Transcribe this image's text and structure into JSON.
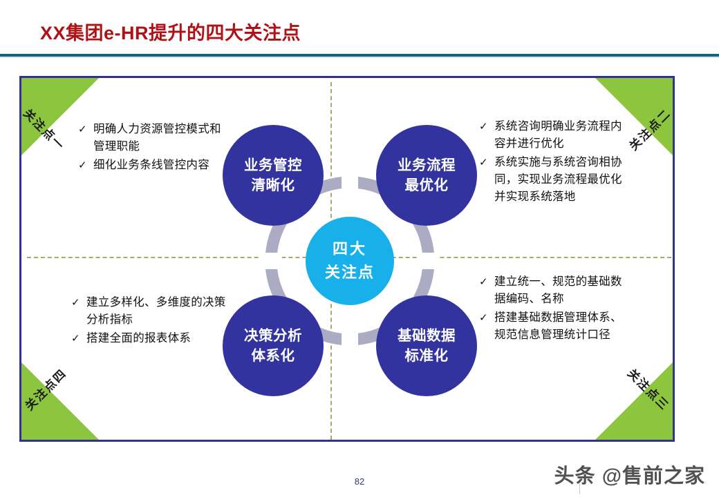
{
  "header": {
    "title": "XX集团e-HR提升的四大关注点",
    "rule_color": "#16617F",
    "title_color": "#B01116"
  },
  "panel": {
    "border_color": "#33338F",
    "corner_color": "#8CC63F",
    "divider_color": "#A9A96B",
    "corners": [
      {
        "id": "top-left",
        "label": "关注点一"
      },
      {
        "id": "top-right",
        "label": "关注点二"
      },
      {
        "id": "bottom-right",
        "label": "关注点三"
      },
      {
        "id": "bottom-left",
        "label": "关注点四"
      }
    ]
  },
  "diagram": {
    "center": {
      "line1": "四大",
      "line2": "关注点",
      "color": "#18B0EA"
    },
    "node_color": "#3333A0",
    "ring_color": "#ABABC4",
    "nodes": [
      {
        "id": "top-left",
        "line1": "业务管控",
        "line2": "清晰化"
      },
      {
        "id": "top-right",
        "line1": "业务流程",
        "line2": "最优化"
      },
      {
        "id": "bottom-left",
        "line1": "决策分析",
        "line2": "体系化"
      },
      {
        "id": "bottom-right",
        "line1": "基础数据",
        "line2": "标准化"
      }
    ]
  },
  "bullets": {
    "bullet_glyph": "✓",
    "top_left": [
      "明确人力资源管控模式和管理职能",
      "细化业务条线管控内容"
    ],
    "top_right": [
      "系统咨询明确业务流程内容并进行优化",
      "系统实施与系统咨询相协同，实现业务流程最优化并实现系统落地"
    ],
    "bottom_left": [
      "建立多样化、多维度的决策分析指标",
      "搭建全面的报表体系"
    ],
    "bottom_right": [
      "建立统一、规范的基础数据编码、名称",
      "搭建基础数据管理体系、规范信息管理统计口径"
    ]
  },
  "footer": {
    "page_number": "82",
    "watermark": "头条 @售前之家"
  }
}
